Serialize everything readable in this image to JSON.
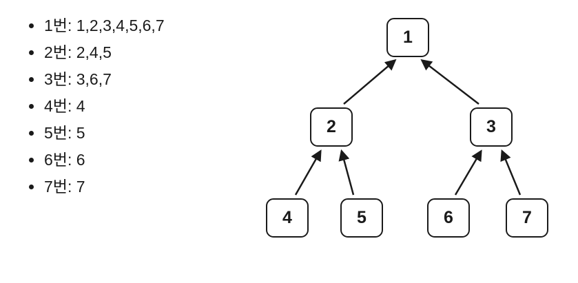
{
  "list": {
    "items": [
      "1번: 1,2,3,4,5,6,7",
      "2번: 2,4,5",
      "3번: 3,6,7",
      "4번: 4",
      "5번: 5",
      "6번: 6",
      "7번: 7"
    ]
  },
  "tree": {
    "nodes": [
      {
        "id": "1",
        "label": "1"
      },
      {
        "id": "2",
        "label": "2"
      },
      {
        "id": "3",
        "label": "3"
      },
      {
        "id": "4",
        "label": "4"
      },
      {
        "id": "5",
        "label": "5"
      },
      {
        "id": "6",
        "label": "6"
      },
      {
        "id": "7",
        "label": "7"
      }
    ],
    "edges": [
      {
        "from": "2",
        "to": "1"
      },
      {
        "from": "3",
        "to": "1"
      },
      {
        "from": "4",
        "to": "2"
      },
      {
        "from": "5",
        "to": "2"
      },
      {
        "from": "6",
        "to": "3"
      },
      {
        "from": "7",
        "to": "3"
      }
    ]
  },
  "colors": {
    "background": "#ffffff",
    "text": "#1a1a1a",
    "node_border": "#1a1a1a",
    "arrow": "#1a1a1a"
  }
}
